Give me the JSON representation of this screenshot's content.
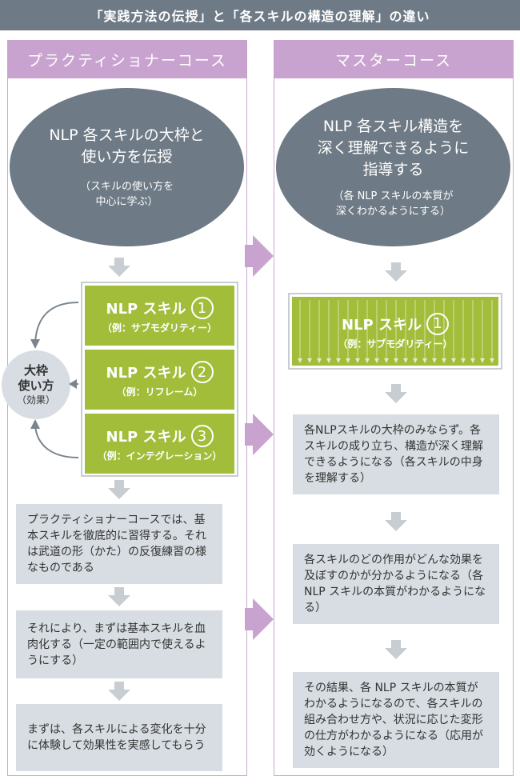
{
  "title": "「実践方法の伝授」と「各スキルの構造の理解」の違い",
  "left": {
    "header": "プラクティショナーコース",
    "oval": {
      "main_line1": "NLP 各スキルの大枠と",
      "main_line2": "使い方を伝授",
      "sub_line1": "（スキルの使い方を",
      "sub_line2": "中心に学ぶ）"
    },
    "skills": [
      {
        "name": "NLP スキル",
        "num": "1",
        "example": "（例：サブモダリティー）"
      },
      {
        "name": "NLP スキル",
        "num": "2",
        "example": "（例：リフレーム）"
      },
      {
        "name": "NLP スキル",
        "num": "3",
        "example": "（例：インテグレーション）"
      }
    ],
    "side_circle": {
      "line1": "大枠",
      "line2": "使い方",
      "line3": "（効果）"
    },
    "boxes": [
      "プラクティショナーコースでは、基本スキルを徹底的に習得する。それは武道の形（かた）の反復練習の様なものである",
      "それにより、まずは基本スキルを血肉化する（一定の範囲内で使えるようにする）",
      "まずは、各スキルによる変化を十分に体験して効果性を実感してもらう"
    ]
  },
  "right": {
    "header": "マスターコース",
    "oval": {
      "main_line1": "NLP 各スキル構造を",
      "main_line2": "深く理解できるように",
      "main_line3": "指導する",
      "sub_line1": "（各 NLP スキルの本質が",
      "sub_line2": "深くわかるようにする）"
    },
    "skill": {
      "name": "NLP スキル",
      "num": "1",
      "example": "（例：サブモダリティー）"
    },
    "boxes": [
      "各NLPスキルの大枠のみならず。各スキルの成り立ち、構造が深く理解できるようになる（各スキルの中身を理解する）",
      "各スキルのどの作用がどんな効果を及ぼすのかが分かるようになる（各 NLP スキルの本質がわかるようになる）",
      "その結果、各 NLP スキルの本質がわかるようになるので、各スキルの組み合わせ方や、状況に応じた変形の仕方がわかるようになる（応用が効くようになる）"
    ]
  },
  "colors": {
    "title_bg": "#6e7a85",
    "header_bg": "#c9a3cf",
    "frame_border": "#c9a8d1",
    "oval_bg": "#6e7a85",
    "skill_green": "#a2bd3a",
    "box_gray": "#d7dde2",
    "down_arrow": "#c8cdd2",
    "right_arrow": "#c9a3cf",
    "curve_arrow": "#7a858f"
  }
}
